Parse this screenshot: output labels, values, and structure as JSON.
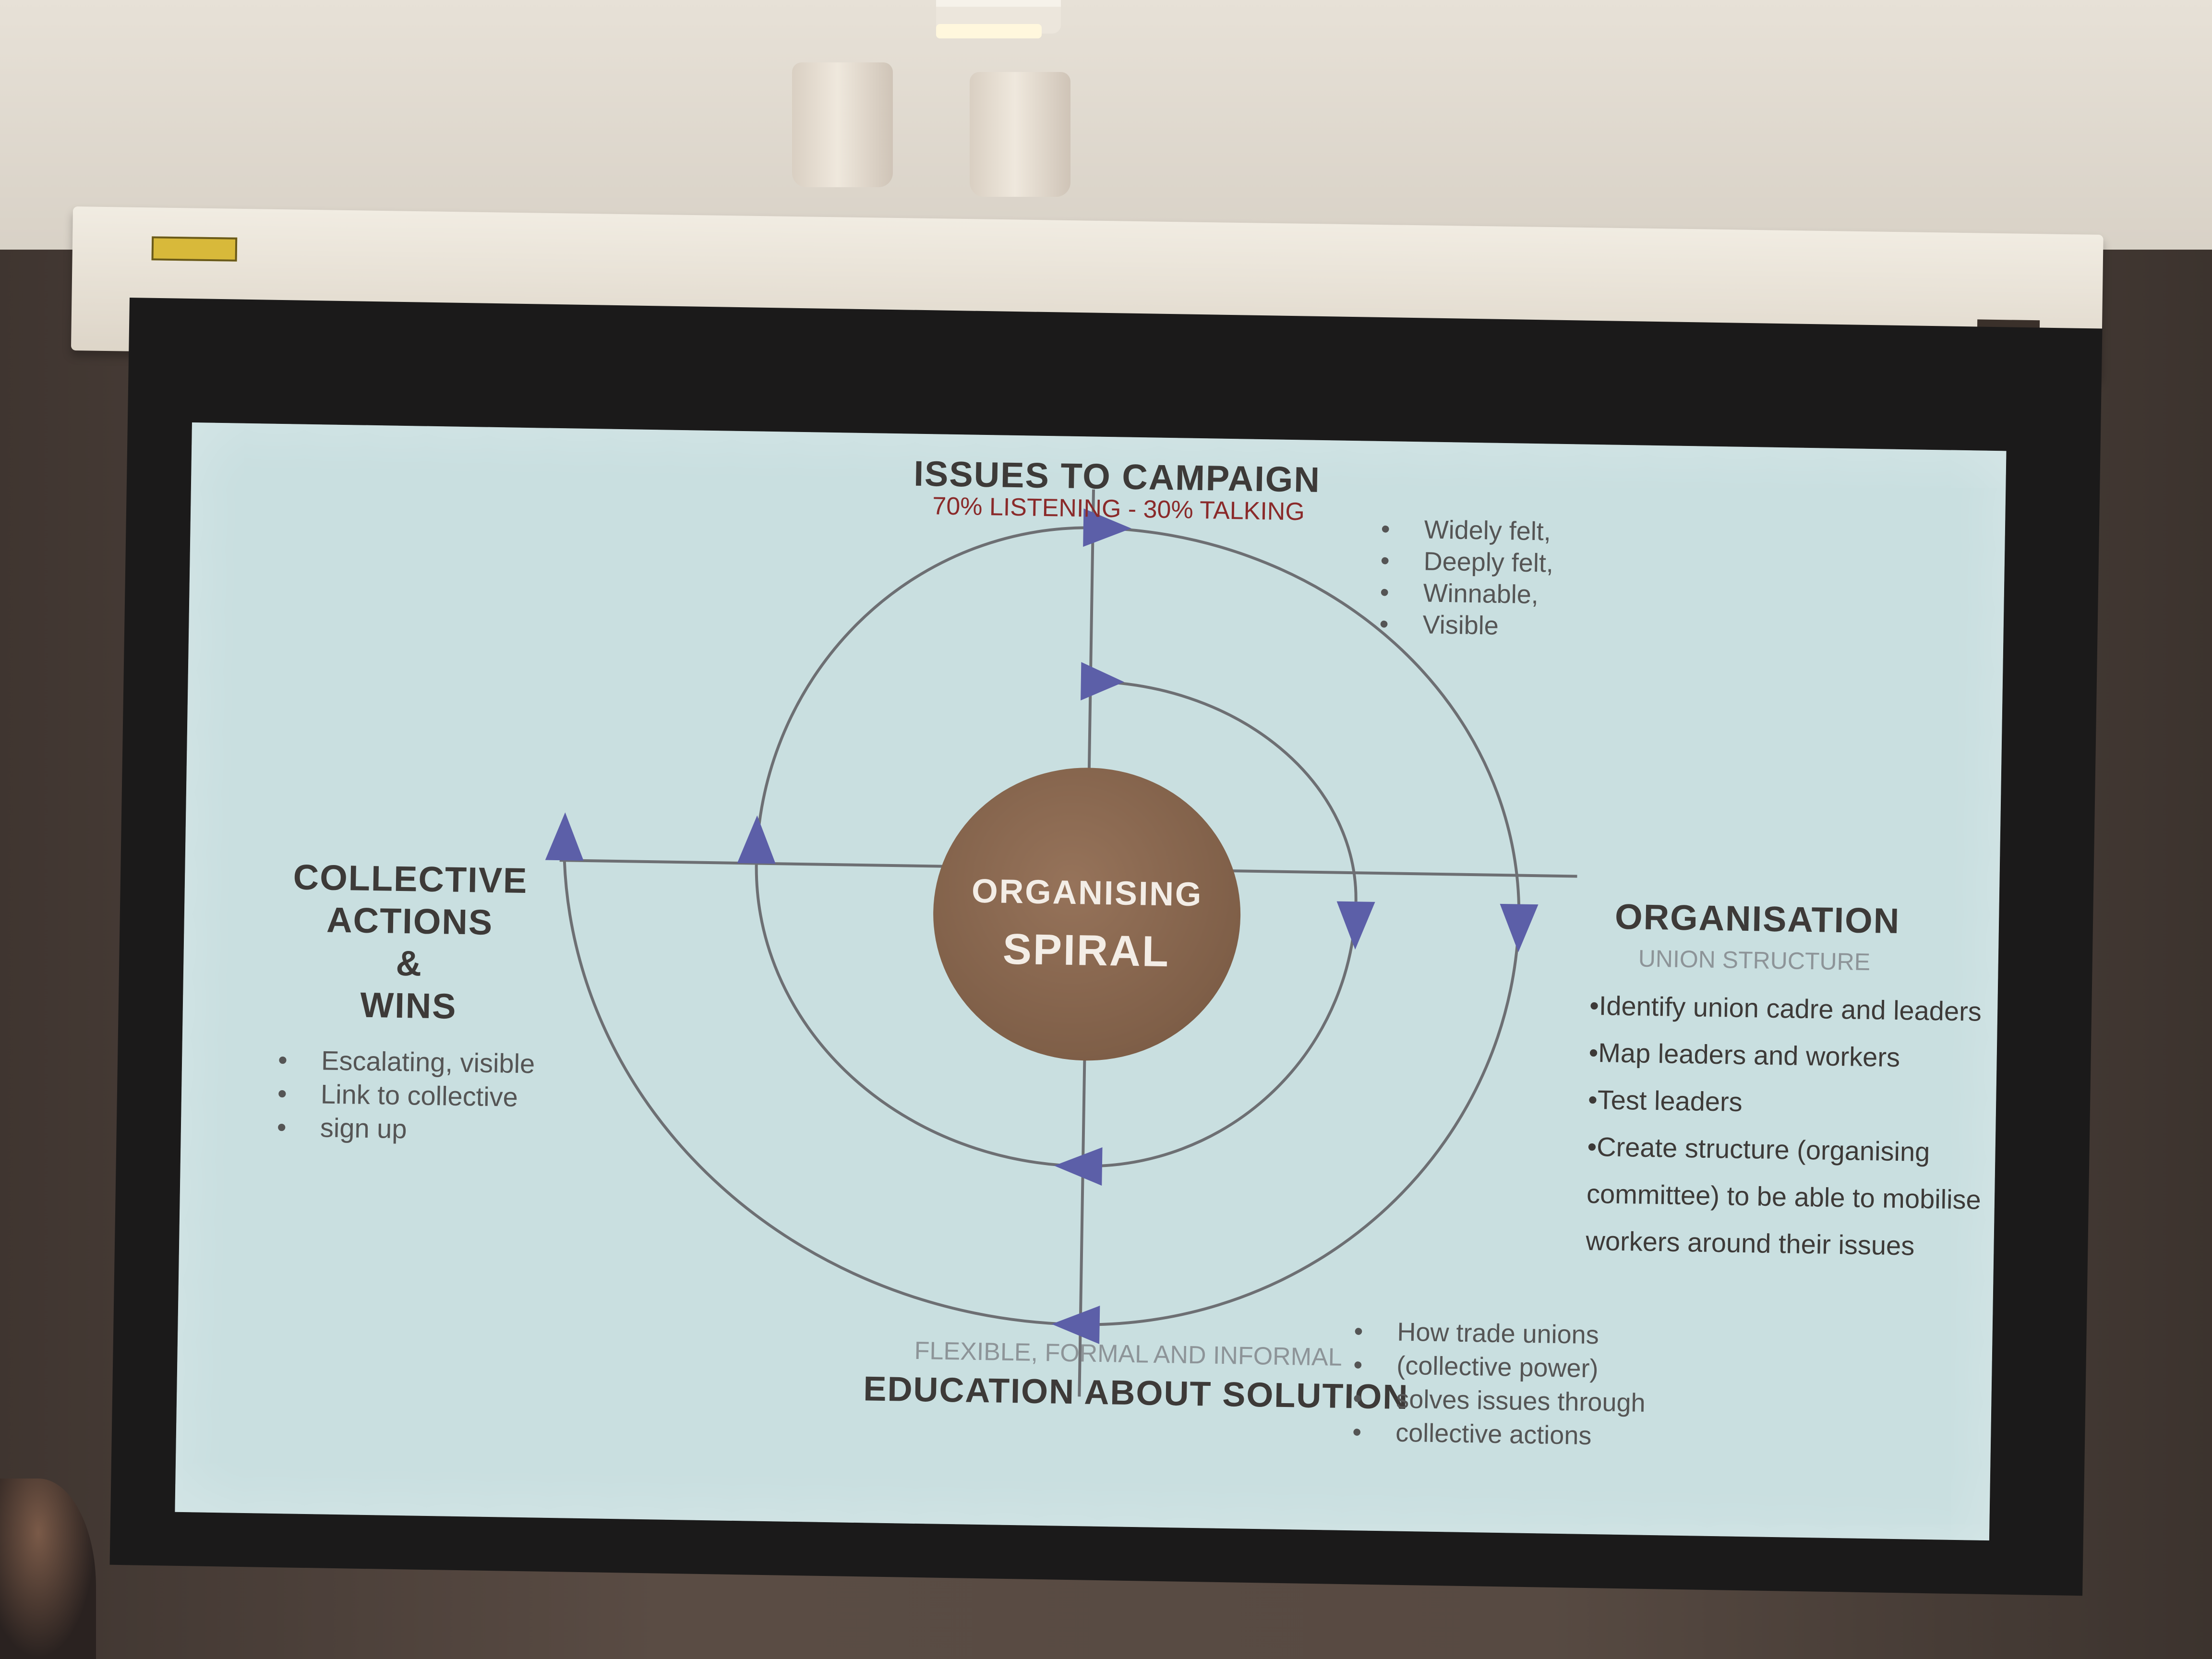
{
  "slide": {
    "top": {
      "title": "ISSUES TO CAMPAIGN",
      "subtitle": "70% LISTENING - 30% TALKING",
      "bullets": [
        "Widely felt,",
        "Deeply felt,",
        "Winnable,",
        "Visible"
      ]
    },
    "center": {
      "line1": "ORGANISING",
      "line2": "SPIRAL"
    },
    "right": {
      "title": "ORGANISATION",
      "subtitle": "UNION STRUCTURE",
      "items": [
        "•Identify union cadre and leaders",
        "•Map leaders and workers",
        "•Test leaders",
        "•Create structure (organising",
        "committee)  to be able to mobilise",
        "workers around their issues"
      ]
    },
    "bottom": {
      "subtitle": "FLEXIBLE, FORMAL AND INFORMAL",
      "title": "EDUCATION ABOUT SOLUTION",
      "bullets": [
        "How trade unions",
        "(collective power)",
        "solves issues through",
        "collective actions"
      ]
    },
    "left": {
      "title_lines": [
        "COLLECTIVE",
        "ACTIONS",
        "&",
        "WINS"
      ],
      "bullets": [
        "Escalating, visible",
        "Link to collective",
        "sign up"
      ]
    },
    "colors": {
      "slide_background": "#c9dfe0",
      "hub_brown": "#7f5f48",
      "arrow_blue": "#5c5fa8",
      "subtitle_red": "#8a2a2a"
    }
  }
}
